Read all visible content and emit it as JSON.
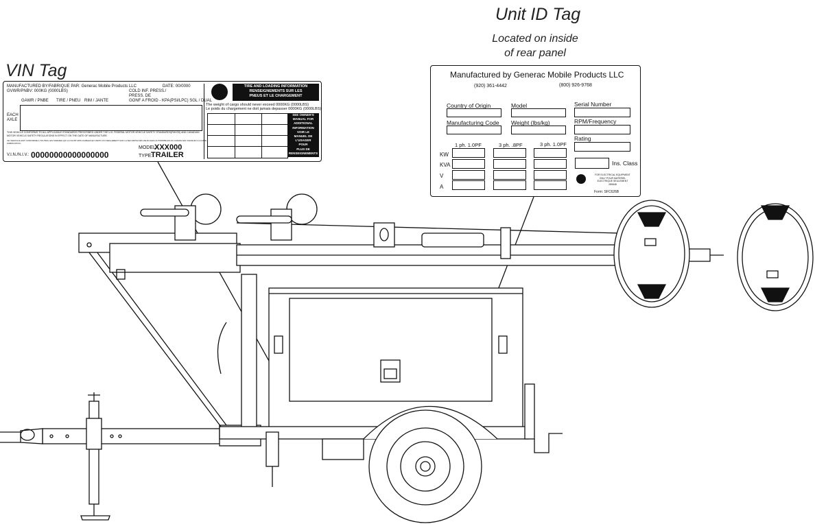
{
  "callouts": {
    "unit_id_title": "Unit ID Tag",
    "unit_id_sub1": "Located on inside",
    "unit_id_sub2": "of rear panel",
    "vin_title": "VIN Tag"
  },
  "vin_tag": {
    "manufactured_by": "MANUFACTURED BY/FABRIQUE PAR:  Generac Mobile Products LLC",
    "gvwr": "GVWR/PNBV:   000KG (0000LBS)",
    "date": "DATE:    00/0000",
    "cold_inf1": "COLD INF. PRESS./",
    "cold_inf2": "PRESS. DE",
    "gonf": "GONF A FROID - KPA(PSI/LPC) SGL / DUAL",
    "col_gawr": "GAWR / PNBE",
    "col_tire": "TIRE / PNEU",
    "col_rim": "RIM / JANTE",
    "each": "EACH",
    "axle": "AXLE",
    "conform1": "THIS VEHICLE CONFORMS TO ALL APPLICABLE STANDARDS PRESCRIBED UNDER THE U.S. FEDERAL MOTOR VEHICLE SAFETY STANDARDS(FMVSS) AND CANADIAN",
    "conform2": "MOTOR VEHICLE SAFETY REGULATIONS IN EFFECT ON THE DATE OF MANUFACTURE.",
    "conform_fr1": "CE VEHICULE EST CONFORME A TOUTES LES NORMES QUI LUI SONT APPLICABLES EN VERTU DU REGLEMENT SUR LA SECURITE DES VEHICULES AUTOMOBILES DU CANADA EN VIGUEUR A LA DATE DE",
    "conform_fr2": "FABRICATION.",
    "model_label": "MODEL:",
    "model_value": "XXX000",
    "type_label": "TYPE:",
    "type_value": "TRAILER",
    "vin_label": "V.I.N./N.I.V.:",
    "vin_value": "00000000000000000",
    "tire_info1": "TIRE AND LOADING INFORMATION",
    "tire_info2": "RENSEIGNEMENTS SUR LES",
    "tire_info3": "PNEUS ET LE CHARGEMENT",
    "cargo1": "The weight of cargo should never exceed 0000KG (0000LBS)",
    "cargo2": "Le poids du chargement ne doit jamais depasser 0000KG (0000LBS)",
    "owners": [
      "SEE OWNER'S",
      "MANUAL FOR",
      "ADDITIONAL",
      "INFORMATION",
      "VOIR LE",
      "MANUEL DE",
      "L'USAGER",
      "POUR",
      "PLUS DE",
      "RENSEIGNEMENTS"
    ]
  },
  "unit_tag": {
    "manufacturer": "Manufactured by Generac Mobile Products LLC",
    "phone1": "(920) 361-4442",
    "phone2": "(800) 926-9768",
    "country": "Country of Origin",
    "model": "Model",
    "serial": "Serial Number",
    "mfg_code": "Manufacturing Code",
    "weight": "Weight (lbs/kg)",
    "rpm": "RPM/Frequency",
    "rating": "Rating",
    "ph1": "1 ph. 1.0PF",
    "ph3a": "3 ph. .8PF",
    "ph3b": "3 ph. 1.0PF",
    "kw": "KW",
    "kva": "KVA",
    "v": "V",
    "a": "A",
    "ins_class": "Ins. Class",
    "fine1": "FOR ELECTRICAL EQUIPMENT",
    "fine2": "ONLY  POUR MATERIEL",
    "fine3": "ELECTRIQUE SEULEMENT",
    "fine4": "289848",
    "form": "Form: SFC626B"
  }
}
